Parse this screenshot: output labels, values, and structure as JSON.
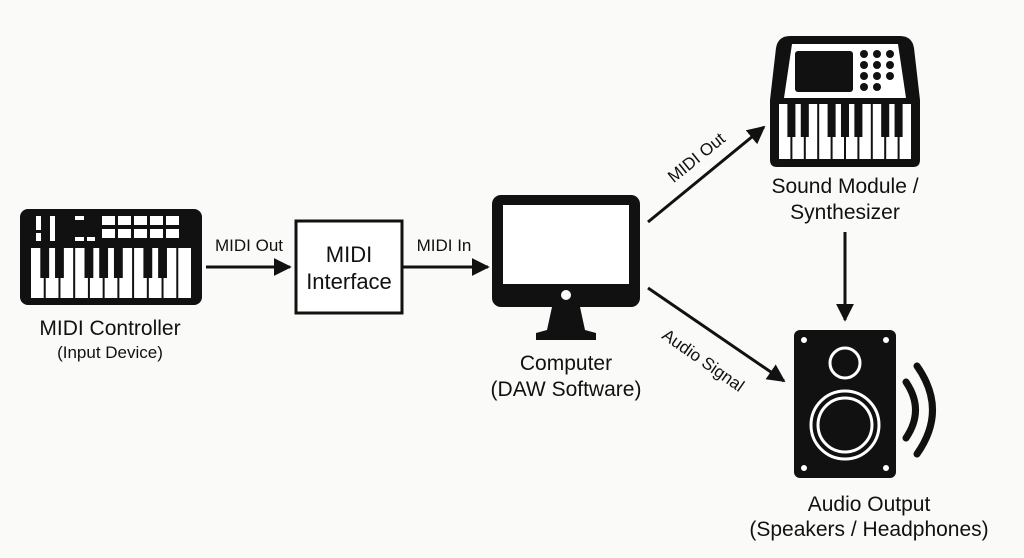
{
  "nodes": {
    "controller": {
      "title": "MIDI Controller",
      "subtitle": "(Input Device)",
      "icon": "midi-keyboard-controller-icon"
    },
    "interface": {
      "title_line1": "MIDI",
      "title_line2": "Interface"
    },
    "computer": {
      "title": "Computer",
      "subtitle": "(DAW Software)",
      "icon": "desktop-monitor-icon"
    },
    "synth": {
      "title_line1": "Sound Module /",
      "title_line2": "Synthesizer",
      "icon": "synthesizer-icon"
    },
    "output": {
      "title": "Audio Output",
      "subtitle": "(Speakers / Headphones)",
      "icon": "speaker-icon"
    }
  },
  "edges": {
    "controller_to_interface": "MIDI Out",
    "interface_to_computer": "MIDI In",
    "computer_to_synth": "MIDI Out",
    "computer_to_output": "Audio Signal",
    "synth_to_output": ""
  },
  "colors": {
    "ink": "#111111",
    "background": "#fafaf9"
  }
}
